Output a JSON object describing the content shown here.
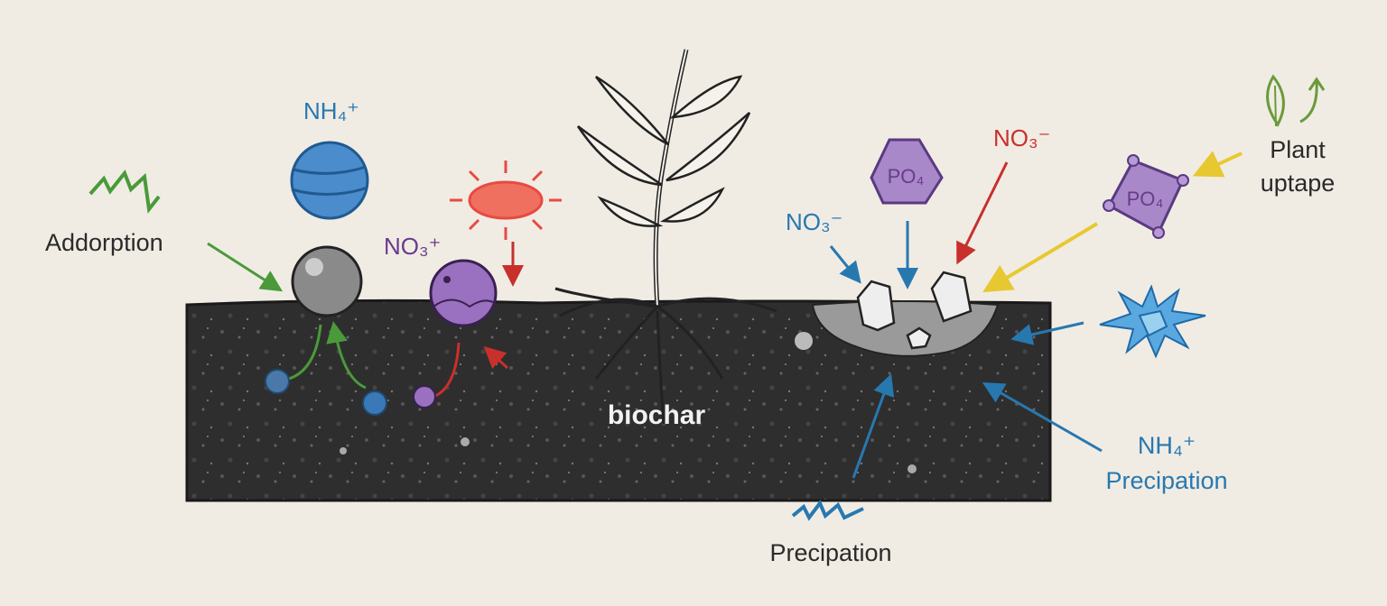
{
  "labels": {
    "nh4_top": "NH₄⁺",
    "adsorption": "Addorption",
    "no3_plus": "NO₃⁺",
    "biochar": "biochar",
    "po4_hex": "PO₄",
    "no3_red": "NO₃⁻",
    "no3_blue": "NO₃⁻",
    "po4_diamond": "PO₄",
    "plant_line1": "Plant",
    "plant_line2": "uptape",
    "nh4_precip_line1": "NH₄⁺",
    "nh4_precip_line2": "Precipation",
    "precipitation": "Precipation"
  },
  "colors": {
    "background": "#f0ece4",
    "biochar": "#2e2e2e",
    "blue": "#2878b0",
    "red": "#c8302c",
    "purple": "#6a3a8c",
    "green": "#4a9a3a",
    "yellow": "#e8c830"
  },
  "icons": [
    "lightning-icon",
    "sphere-icon",
    "sun-icon",
    "crystal-icon",
    "leaf-icon",
    "arrow-up-icon",
    "spiky-crystal-icon"
  ]
}
